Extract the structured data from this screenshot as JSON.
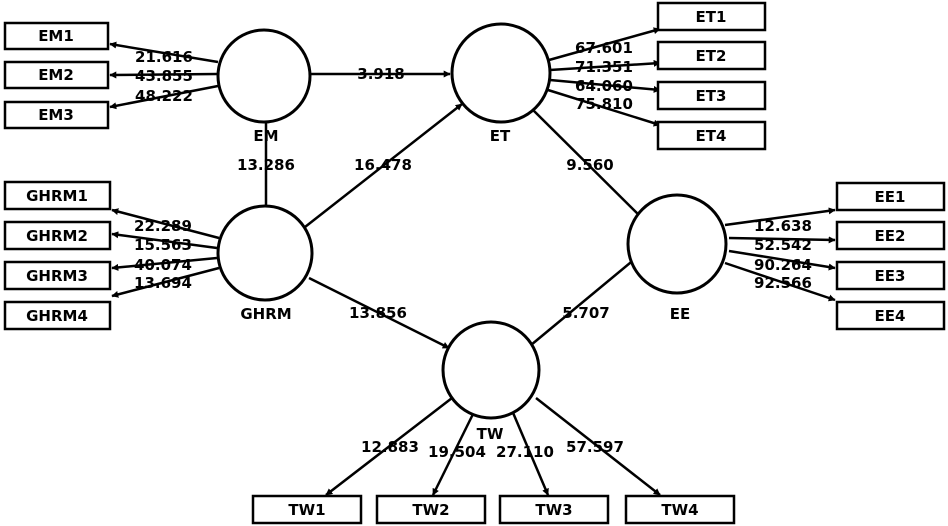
{
  "constructs": {
    "EM": {
      "label": "EM"
    },
    "ET": {
      "label": "ET"
    },
    "GHRM": {
      "label": "GHRM"
    },
    "EE": {
      "label": "EE"
    },
    "TW": {
      "label": "TW"
    }
  },
  "indicators": {
    "EM1": {
      "label": "EM1",
      "construct": "EM",
      "value": "21.616"
    },
    "EM2": {
      "label": "EM2",
      "construct": "EM",
      "value": "43.855"
    },
    "EM3": {
      "label": "EM3",
      "construct": "EM",
      "value": "48.222"
    },
    "ET1": {
      "label": "ET1",
      "construct": "ET",
      "value": "67.601"
    },
    "ET2": {
      "label": "ET2",
      "construct": "ET",
      "value": "71.351"
    },
    "ET3": {
      "label": "ET3",
      "construct": "ET",
      "value": "64.060"
    },
    "ET4": {
      "label": "ET4",
      "construct": "ET",
      "value": "75.810"
    },
    "GHRM1": {
      "label": "GHRM1",
      "construct": "GHRM",
      "value": "22.289"
    },
    "GHRM2": {
      "label": "GHRM2",
      "construct": "GHRM",
      "value": "15.563"
    },
    "GHRM3": {
      "label": "GHRM3",
      "construct": "GHRM",
      "value": "40.074"
    },
    "GHRM4": {
      "label": "GHRM4",
      "construct": "GHRM",
      "value": "13.694"
    },
    "EE1": {
      "label": "EE1",
      "construct": "EE",
      "value": "12.638"
    },
    "EE2": {
      "label": "EE2",
      "construct": "EE",
      "value": "52.542"
    },
    "EE3": {
      "label": "EE3",
      "construct": "EE",
      "value": "90.264"
    },
    "EE4": {
      "label": "EE4",
      "construct": "EE",
      "value": "92.566"
    },
    "TW1": {
      "label": "TW1",
      "construct": "TW",
      "value": "12.883"
    },
    "TW2": {
      "label": "TW2",
      "construct": "TW",
      "value": "19.504"
    },
    "TW3": {
      "label": "TW3",
      "construct": "TW",
      "value": "27.110"
    },
    "TW4": {
      "label": "TW4",
      "construct": "TW",
      "value": "57.597"
    }
  },
  "paths": {
    "EM_ET": {
      "from": "EM",
      "to": "ET",
      "value": "3.918"
    },
    "GHRM_EM": {
      "from": "GHRM",
      "to": "EM",
      "value": "13.286"
    },
    "GHRM_ET": {
      "from": "GHRM",
      "to": "ET",
      "value": "16.478"
    },
    "ET_EE": {
      "from": "ET",
      "to": "EE",
      "value": "9.560"
    },
    "GHRM_TW": {
      "from": "GHRM",
      "to": "TW",
      "value": "13.856"
    },
    "TW_EE": {
      "from": "TW",
      "to": "EE",
      "value": "5.707"
    }
  }
}
